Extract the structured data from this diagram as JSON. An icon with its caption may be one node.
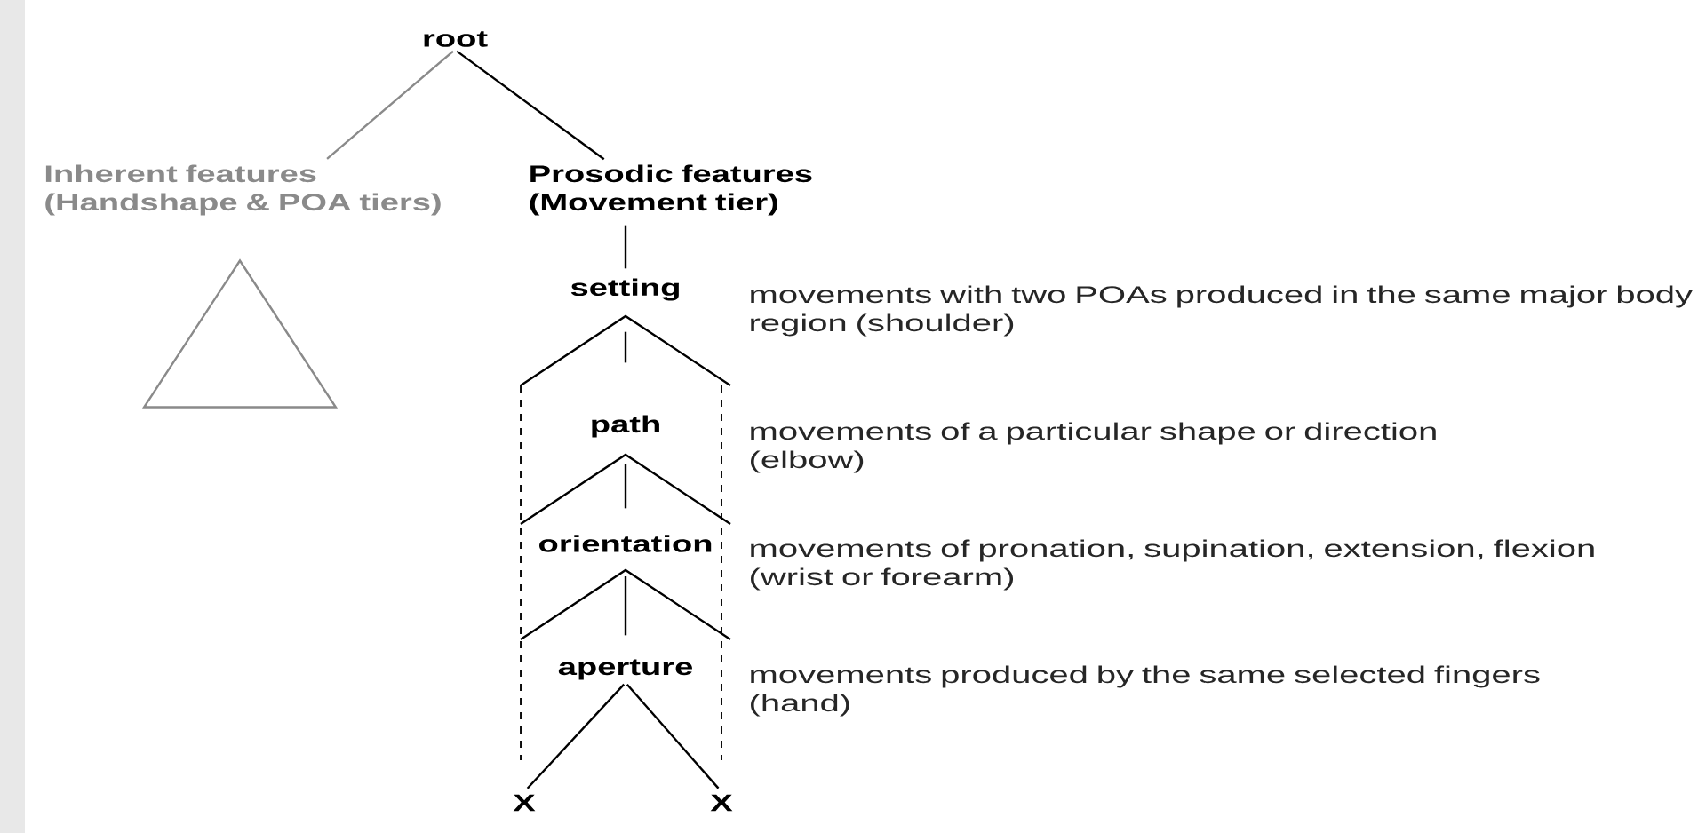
{
  "diagram": {
    "nodes": [
      {
        "text": [
          "root"
        ]
      },
      {
        "text": [
          "Inherent features (Handshape & POA tiers)"
        ]
      },
      {
        "text": [],
        "shape": "triangle"
      },
      {
        "text": [
          "Prosodic features (Movement tier)"
        ]
      },
      {
        "text": [
          "setting"
        ],
        "beside": [
          "movements with two POAs produced in the same major body region (shoulder)"
        ]
      },
      {
        "text": [
          "path"
        ],
        "beside": [
          "movements of a particular shape or direction (elbow)"
        ]
      },
      {
        "text": [
          "orientation"
        ],
        "beside": [
          "movements of pronation, supination, extension, flexion (wrist or forearm)"
        ]
      },
      {
        "text": [
          "aperture"
        ],
        "beside": [
          "movements produced by the same selected fingers (hand)"
        ]
      },
      {
        "text": [
          "X"
        ]
      },
      {
        "text": [
          "X"
        ]
      }
    ],
    "edges": [
      {
        "from": 0,
        "to": 1,
        "arrow": "none",
        "color": "#8a8a8a"
      },
      {
        "from": 0,
        "to": 3,
        "arrow": "none"
      },
      {
        "from": 3,
        "to": 4,
        "arrow": "none"
      },
      {
        "from": 4,
        "to": 5,
        "arrow": "none"
      },
      {
        "from": 5,
        "to": 6,
        "arrow": "none"
      },
      {
        "from": 6,
        "to": 7,
        "arrow": "none"
      },
      {
        "from": 7,
        "to": 8,
        "arrow": "none"
      },
      {
        "from": 7,
        "to": 9,
        "arrow": "none"
      }
    ]
  }
}
